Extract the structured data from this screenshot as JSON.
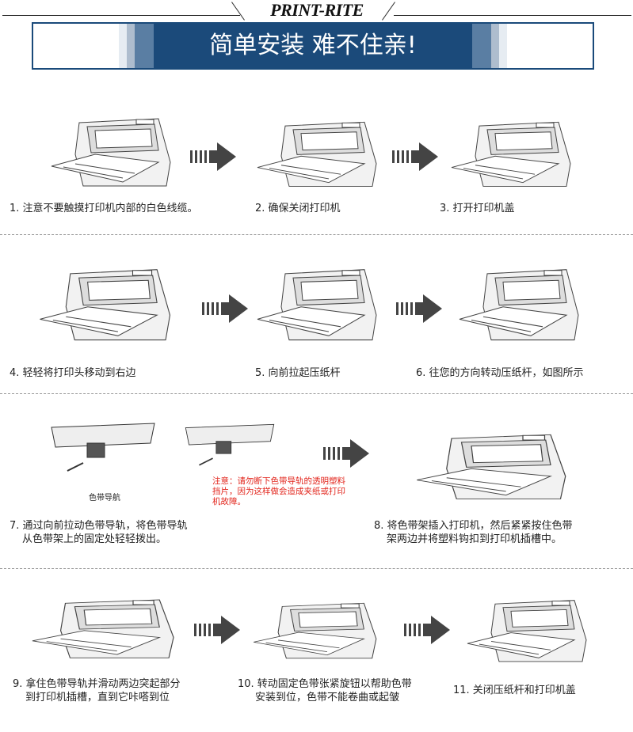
{
  "brand": "PRINT-RITE",
  "banner_title": "简单安装 难不住亲!",
  "colors": {
    "banner": "#1b4a7a",
    "warning": "#e2231a"
  },
  "steps": [
    {
      "text": "1. 注意不要触摸打印机内部的白色线缆。"
    },
    {
      "text": "2. 确保关闭打印机"
    },
    {
      "text": "3. 打开打印机盖"
    },
    {
      "text": "4. 轻轻将打印头移动到右边"
    },
    {
      "text": "5. 向前拉起压纸杆"
    },
    {
      "text": "6. 往您的方向转动压纸杆，如图所示"
    },
    {
      "line1": "7. 通过向前拉动色带导轨，将色带导轨",
      "line2": "从色带架上的固定处轻轻拨出。"
    },
    {
      "line1": "8. 将色带架插入打印机，然后紧紧按住色带",
      "line2": "架两边并将塑料钩扣到打印机插槽中。"
    },
    {
      "line1": "9. 拿住色带导轨并滑动两边突起部分",
      "line2": "到打印机插槽，直到它咔嗒到位"
    },
    {
      "line1": "10. 转动固定色带张紧旋钮以帮助色带",
      "line2": "安装到位，色带不能卷曲或起皱"
    },
    {
      "text": "11. 关闭压纸杆和打印机盖"
    }
  ],
  "ribbon_guide_label": "色带导航",
  "warning": "注意：请勿断下色带导轨的透明塑料挡片，因为这样做会造成夹纸或打印机故障。"
}
